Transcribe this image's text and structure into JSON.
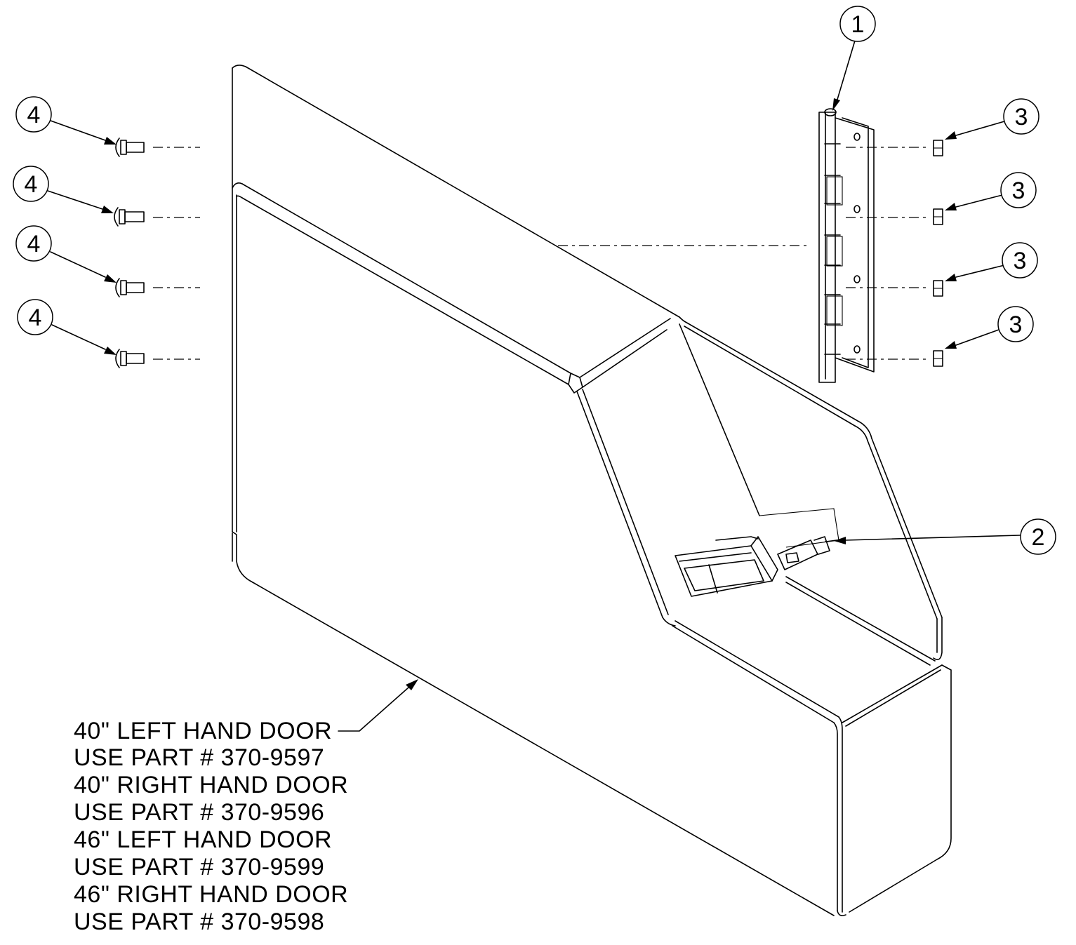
{
  "balloons": {
    "hinge": "1",
    "latch": "2",
    "nut": "3",
    "bolt": "4"
  },
  "notes": [
    "40\"  LEFT HAND DOOR",
    "USE PART # 370-9597",
    "40\"  RIGHT HAND DOOR",
    "USE PART # 370-9596",
    "46\"  LEFT HAND DOOR",
    "USE PART # 370-9599",
    "46\"  RIGHT HAND DOOR",
    "USE PART # 370-9598"
  ]
}
